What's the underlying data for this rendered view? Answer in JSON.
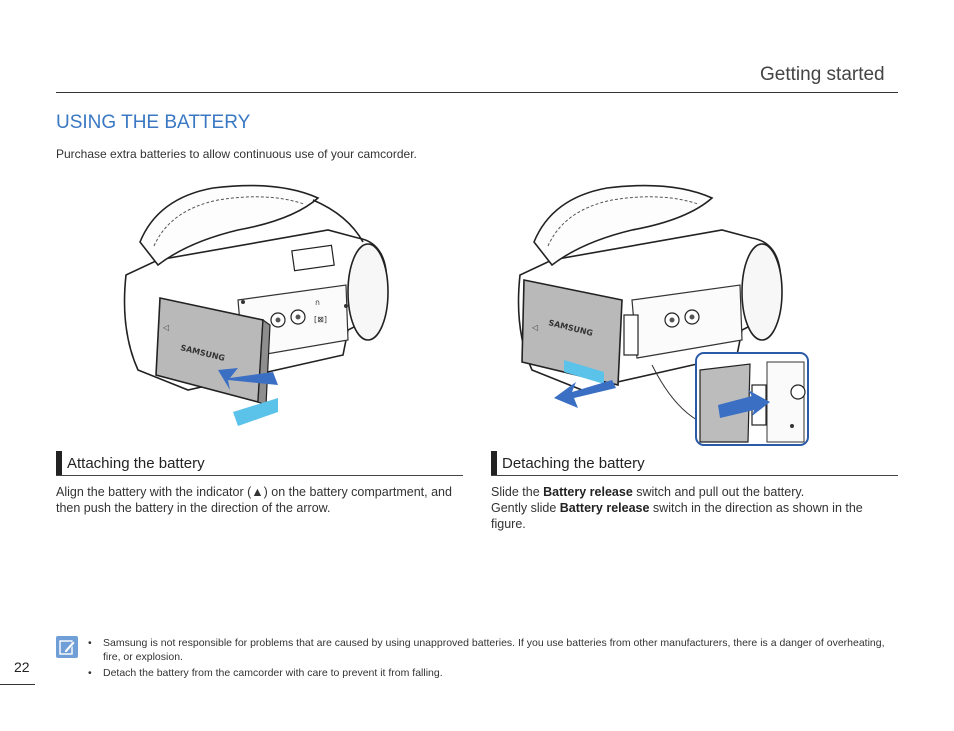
{
  "header": {
    "section_title": "Getting started"
  },
  "main": {
    "heading": "USING THE BATTERY",
    "intro": "Purchase extra batteries to allow continuous use of your camcorder."
  },
  "figures": {
    "left": {
      "brand_label": "SAMSUNG"
    },
    "right": {
      "brand_label": "SAMSUNG"
    }
  },
  "attaching": {
    "title": "Attaching the battery",
    "text_pre": "Align the battery with the indicator (",
    "indicator_symbol": "▲",
    "text_post": ") on the battery compartment, and then push the battery in the direction of the arrow."
  },
  "detaching": {
    "title": "Detaching the battery",
    "line1_pre": "Slide the ",
    "line1_bold": "Battery release",
    "line1_post": " switch and pull out the battery.",
    "line2_pre": "Gently slide ",
    "line2_bold": "Battery release",
    "line2_post": " switch in the direction as shown in the figure."
  },
  "notes": {
    "icon": "note-pencil-icon",
    "items": [
      "Samsung is not responsible for problems that are caused by using unapproved batteries. If you use batteries from other manufacturers, there is a danger of overheating, fire, or explosion.",
      "Detach the battery from the camcorder with care to prevent it from falling."
    ]
  },
  "footer": {
    "page_number": "22"
  },
  "colors": {
    "heading_blue": "#3a78c3",
    "arrow_dark_blue": "#3a6fc4",
    "arrow_light_blue": "#5bc3ea",
    "icon_bg": "#6f9fd6"
  }
}
